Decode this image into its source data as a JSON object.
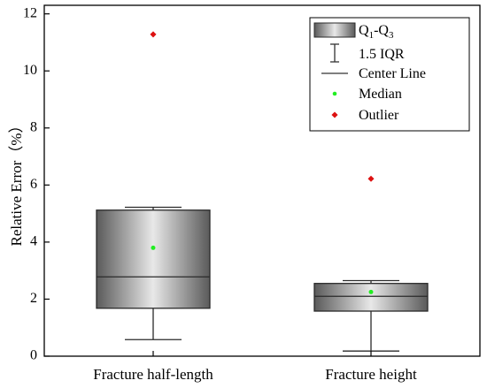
{
  "chart_data": {
    "type": "box",
    "title": "",
    "xlabel": "",
    "ylabel": "Relative Error（%）",
    "ylim": [
      0,
      12.3
    ],
    "yticks": [
      0,
      2,
      4,
      6,
      8,
      10,
      12
    ],
    "yticklabels": [
      "0",
      "2",
      "4",
      "6",
      "8",
      "10",
      "12"
    ],
    "grid": false,
    "legend_position": "top-right",
    "legend": {
      "q_text": "Q",
      "q1_sub": "1",
      "q_dash": "-Q",
      "q3_sub": "3",
      "iqr": "1.5 IQR",
      "center": "Center Line",
      "median": "Median",
      "outlier": "Outlier"
    },
    "boxes": [
      {
        "category": "Fracture half-length",
        "whisker_low": 0.58,
        "q1": 1.68,
        "center": 2.78,
        "q3": 5.12,
        "whisker_high": 5.22,
        "median_point": 3.8,
        "outliers": [
          11.28
        ]
      },
      {
        "category": "Fracture height",
        "whisker_low": 0.18,
        "q1": 1.58,
        "center": 2.1,
        "q3": 2.55,
        "whisker_high": 2.65,
        "median_point": 2.25,
        "outliers": [
          6.22
        ]
      }
    ],
    "colors": {
      "box_edge": "#2a2a2a",
      "box_dark": "#5a5a5a",
      "box_light": "#e8e8e8",
      "median_point": "#22ee22",
      "outlier": "#dd1111",
      "axis": "#000000"
    }
  }
}
